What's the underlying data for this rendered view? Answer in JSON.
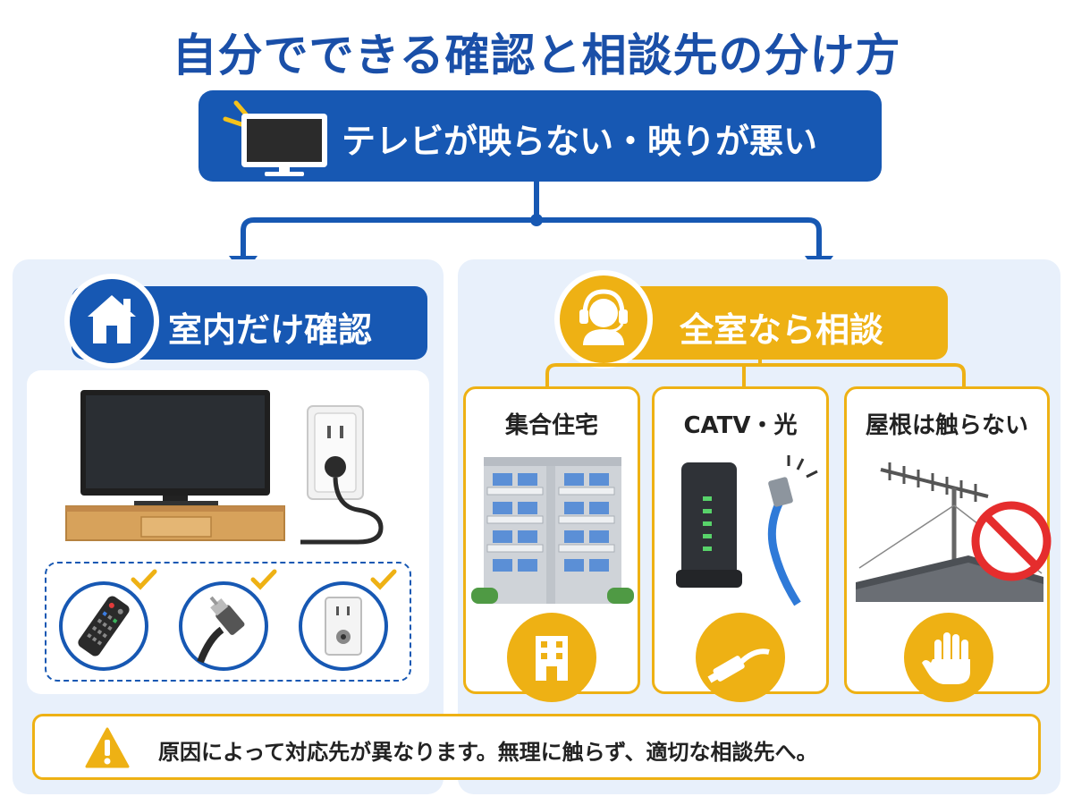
{
  "title": "自分でできる確認と相談先の分け方",
  "top": {
    "label": "テレビが映らない・映りが悪い",
    "icon": "tv-icon"
  },
  "left": {
    "label": "室内だけ確認",
    "icon": "house-icon"
  },
  "right": {
    "label": "全室なら相談",
    "icon": "headset-icon"
  },
  "cards": [
    {
      "title": "集合住宅",
      "icon": "building-icon"
    },
    {
      "title": "CATV・光",
      "icon": "cable-connector-icon"
    },
    {
      "title": "屋根は触らない",
      "icon": "stop-hand-icon"
    }
  ],
  "check_items": [
    "remote-icon",
    "antenna-cable-icon",
    "antenna-outlet-icon"
  ],
  "footer": {
    "text": "原因によって対応先が異なります。無理に触らず、適切な相談先へ。",
    "icon": "warning-icon"
  },
  "colors": {
    "blue": "#1758b3",
    "yellow": "#eeb114",
    "panel": "#e8f0fb"
  }
}
